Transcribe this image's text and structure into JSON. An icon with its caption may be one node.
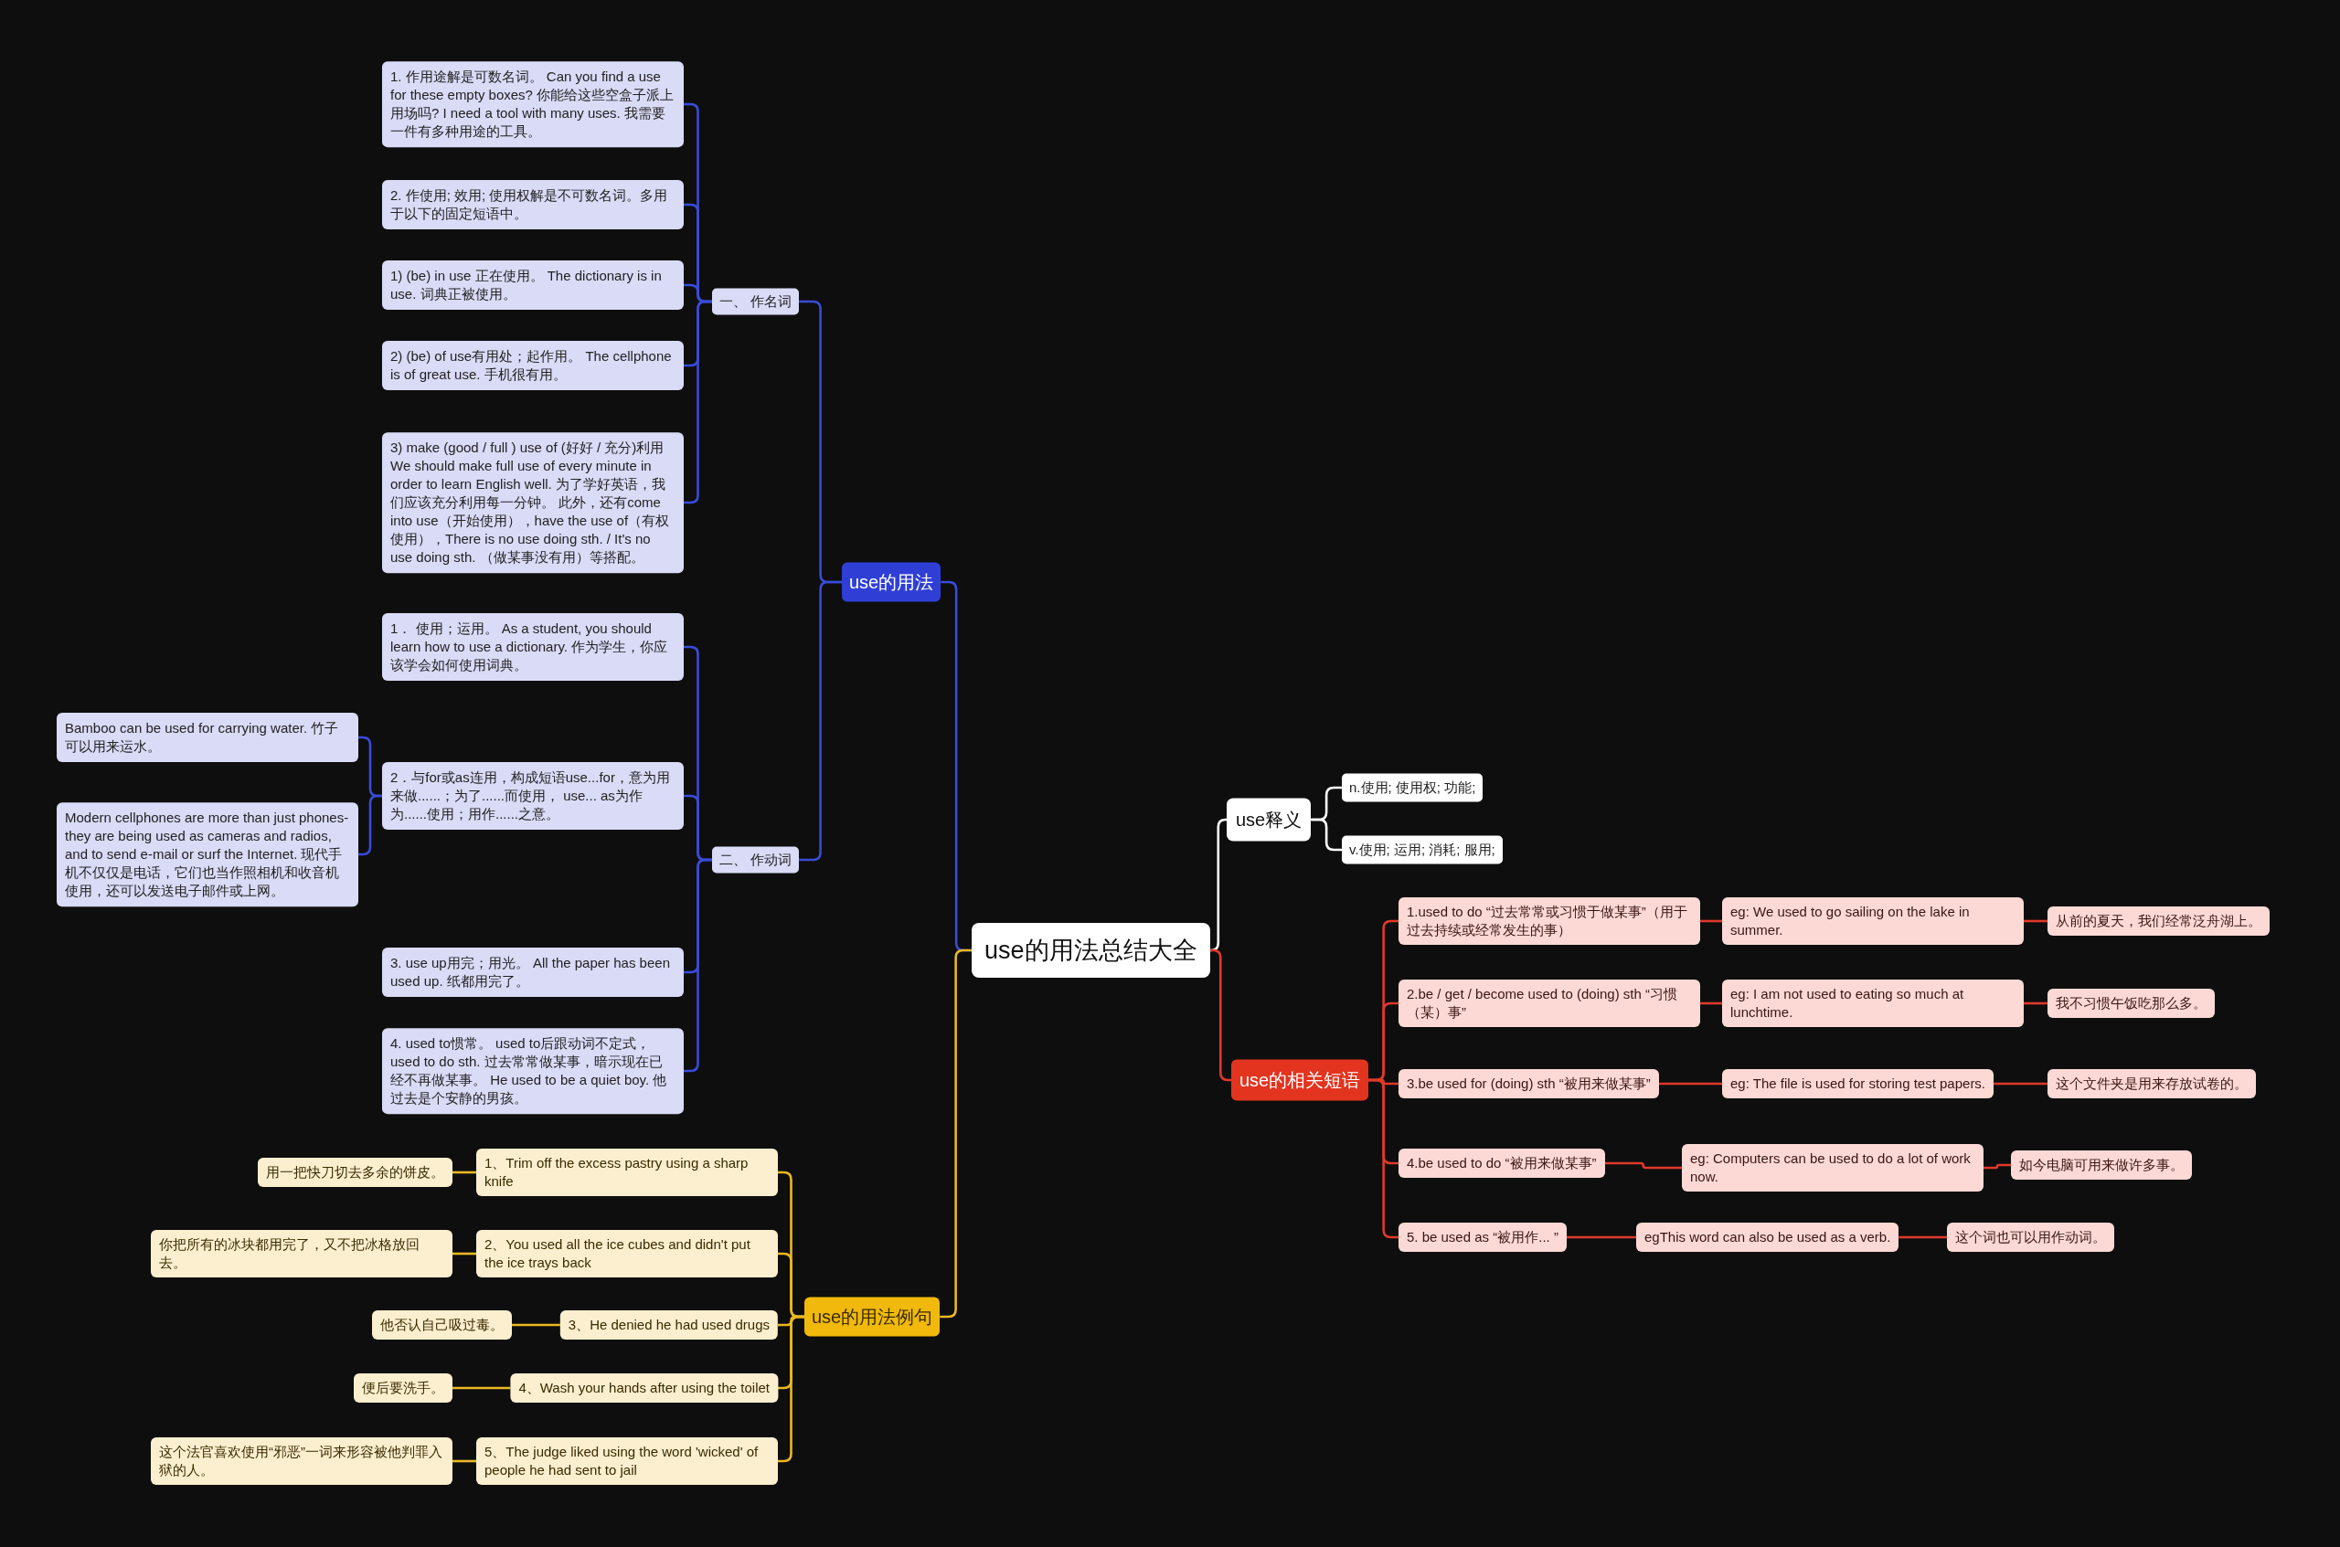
{
  "diagram": {
    "nodes": [
      {
        "text": [
          "use的用法总结大全"
        ]
      },
      {
        "text": [
          "use的用法"
        ]
      },
      {
        "text": [
          "一、 作名词"
        ]
      },
      {
        "text": [
          "1. 作用途解是可数名词。 Can you find a use for these empty boxes? 你能给这些空盒子派上用场吗? I need a tool with many uses. 我需要一件有多种用途的工具。"
        ]
      },
      {
        "text": [
          "2. 作使用; 效用; 使用权解是不可数名词。多用于以下的固定短语中。"
        ]
      },
      {
        "text": [
          "1) (be) in use 正在使用。 The dictionary is in use. 词典正被使用。"
        ]
      },
      {
        "text": [
          "2) (be) of use有用处；起作用。 The cellphone is of great use. 手机很有用。"
        ]
      },
      {
        "text": [
          "3) make (good / full ) use of (好好 / 充分)利用 We should make full use of every minute in order to learn English well. 为了学好英语，我们应该充分利用每一分钟。 此外，还有come into use（开始使用），have the use of（有权使用），There is no use doing sth. / It's no use doing sth. （做某事没有用）等搭配。"
        ]
      },
      {
        "text": [
          "二、 作动词"
        ]
      },
      {
        "text": [
          "1． 使用；运用。 As a student, you should learn how to use a dictionary. 作为学生，你应该学会如何使用词典。"
        ]
      },
      {
        "text": [
          "2．与for或as连用，构成短语use...for，意为用来做......；为了......而使用， use... as为作为......使用；用作......之意。"
        ]
      },
      {
        "text": [
          "Bamboo can be used for carrying water. 竹子可以用来运水。"
        ]
      },
      {
        "text": [
          "Modern cellphones are more than just phones-they are being used as cameras and radios, and to send e-mail or surf the Internet. 现代手机不仅仅是电话，它们也当作照相机和收音机使用，还可以发送电子邮件或上网。"
        ]
      },
      {
        "text": [
          "3. use up用完；用光。 All the paper has been used up. 纸都用完了。"
        ]
      },
      {
        "text": [
          "4. used to惯常。 used to后跟动词不定式，used to do sth. 过去常常做某事，暗示现在已经不再做某事。 He used to be a quiet boy. 他过去是个安静的男孩。"
        ]
      },
      {
        "text": [
          "use的用法例句"
        ]
      },
      {
        "text": [
          "1、Trim off the excess pastry using a sharp knife"
        ]
      },
      {
        "text": [
          "用一把快刀切去多余的饼皮。"
        ]
      },
      {
        "text": [
          "2、You used all the ice cubes and didn't put the ice trays back"
        ]
      },
      {
        "text": [
          "你把所有的冰块都用完了，又不把冰格放回去。"
        ]
      },
      {
        "text": [
          "3、He denied he had used drugs"
        ]
      },
      {
        "text": [
          "他否认自己吸过毒。"
        ]
      },
      {
        "text": [
          "4、Wash your hands after using the toilet"
        ]
      },
      {
        "text": [
          "便后要洗手。"
        ]
      },
      {
        "text": [
          "5、The judge liked using the word 'wicked' of people he had sent to jail"
        ]
      },
      {
        "text": [
          "这个法官喜欢使用“邪恶”一词来形容被他判罪入狱的人。"
        ]
      },
      {
        "text": [
          "use释义"
        ]
      },
      {
        "text": [
          "n.使用; 使用权; 功能;"
        ]
      },
      {
        "text": [
          "v.使用; 运用; 消耗; 服用;"
        ]
      },
      {
        "text": [
          "use的相关短语"
        ]
      },
      {
        "text": [
          "1.used to do “过去常常或习惯于做某事”（用于过去持续或经常发生的事）"
        ]
      },
      {
        "text": [
          "eg: We used to go sailing on the lake in summer."
        ]
      },
      {
        "text": [
          "从前的夏天，我们经常泛舟湖上。"
        ]
      },
      {
        "text": [
          "2.be / get / become used to (doing) sth “习惯（某）事”"
        ]
      },
      {
        "text": [
          "eg: I am not used to eating so much at lunchtime."
        ]
      },
      {
        "text": [
          "我不习惯午饭吃那么多。"
        ]
      },
      {
        "text": [
          "3.be used for (doing) sth “被用来做某事”"
        ]
      },
      {
        "text": [
          "eg: The file is used for storing test papers."
        ]
      },
      {
        "text": [
          "这个文件夹是用来存放试卷的。"
        ]
      },
      {
        "text": [
          "4.be used to do “被用来做某事”"
        ]
      },
      {
        "text": [
          "eg: Computers can be used to do a lot of work now."
        ]
      },
      {
        "text": [
          "如今电脑可用来做许多事。"
        ]
      },
      {
        "text": [
          "5. be used as “被用作... ”"
        ]
      },
      {
        "text": [
          "egThis word can also be used as a verb."
        ]
      },
      {
        "text": [
          "这个词也可以用作动词。"
        ]
      }
    ],
    "edges": [
      {
        "from": 0,
        "to": 1,
        "arrow": "none",
        "color": "#3a4bd8"
      },
      {
        "from": 1,
        "to": 2,
        "arrow": "none",
        "color": "#3a4bd8"
      },
      {
        "from": 2,
        "to": 3,
        "arrow": "none",
        "color": "#3a4bd8"
      },
      {
        "from": 2,
        "to": 4,
        "arrow": "none",
        "color": "#3a4bd8"
      },
      {
        "from": 2,
        "to": 5,
        "arrow": "none",
        "color": "#3a4bd8"
      },
      {
        "from": 2,
        "to": 6,
        "arrow": "none",
        "color": "#3a4bd8"
      },
      {
        "from": 2,
        "to": 7,
        "arrow": "none",
        "color": "#3a4bd8"
      },
      {
        "from": 1,
        "to": 8,
        "arrow": "none",
        "color": "#3a4bd8"
      },
      {
        "from": 8,
        "to": 9,
        "arrow": "none",
        "color": "#3a4bd8"
      },
      {
        "from": 8,
        "to": 10,
        "arrow": "none",
        "color": "#3a4bd8"
      },
      {
        "from": 10,
        "to": 11,
        "arrow": "none",
        "color": "#3a4bd8"
      },
      {
        "from": 10,
        "to": 12,
        "arrow": "none",
        "color": "#3a4bd8"
      },
      {
        "from": 8,
        "to": 13,
        "arrow": "none",
        "color": "#3a4bd8"
      },
      {
        "from": 8,
        "to": 14,
        "arrow": "none",
        "color": "#3a4bd8"
      },
      {
        "from": 0,
        "to": 15,
        "arrow": "none",
        "color": "#e9b824"
      },
      {
        "from": 15,
        "to": 16,
        "arrow": "none",
        "color": "#e9b824"
      },
      {
        "from": 16,
        "to": 17,
        "arrow": "none",
        "color": "#e9b824"
      },
      {
        "from": 15,
        "to": 18,
        "arrow": "none",
        "color": "#e9b824"
      },
      {
        "from": 18,
        "to": 19,
        "arrow": "none",
        "color": "#e9b824"
      },
      {
        "from": 15,
        "to": 20,
        "arrow": "none",
        "color": "#e9b824"
      },
      {
        "from": 20,
        "to": 21,
        "arrow": "none",
        "color": "#e9b824"
      },
      {
        "from": 15,
        "to": 22,
        "arrow": "none",
        "color": "#e9b824"
      },
      {
        "from": 22,
        "to": 23,
        "arrow": "none",
        "color": "#e9b824"
      },
      {
        "from": 15,
        "to": 24,
        "arrow": "none",
        "color": "#e9b824"
      },
      {
        "from": 24,
        "to": 25,
        "arrow": "none",
        "color": "#e9b824"
      },
      {
        "from": 0,
        "to": 26,
        "arrow": "none",
        "color": "#ffffff"
      },
      {
        "from": 26,
        "to": 27,
        "arrow": "none",
        "color": "#ffffff"
      },
      {
        "from": 26,
        "to": 28,
        "arrow": "none",
        "color": "#ffffff"
      },
      {
        "from": 0,
        "to": 29,
        "arrow": "none"
      },
      {
        "from": 29,
        "to": 30,
        "arrow": "none"
      },
      {
        "from": 30,
        "to": 31,
        "arrow": "none"
      },
      {
        "from": 31,
        "to": 32,
        "arrow": "none"
      },
      {
        "from": 29,
        "to": 33,
        "arrow": "none"
      },
      {
        "from": 33,
        "to": 34,
        "arrow": "none"
      },
      {
        "from": 34,
        "to": 35,
        "arrow": "none"
      },
      {
        "from": 29,
        "to": 36,
        "arrow": "none"
      },
      {
        "from": 36,
        "to": 37,
        "arrow": "none"
      },
      {
        "from": 37,
        "to": 38,
        "arrow": "none"
      },
      {
        "from": 29,
        "to": 39,
        "arrow": "none"
      },
      {
        "from": 39,
        "to": 40,
        "arrow": "none"
      },
      {
        "from": 40,
        "to": 41,
        "arrow": "none"
      },
      {
        "from": 29,
        "to": 42,
        "arrow": "none"
      },
      {
        "from": 42,
        "to": 43,
        "arrow": "none"
      },
      {
        "from": 43,
        "to": 44,
        "arrow": "none"
      }
    ]
  }
}
